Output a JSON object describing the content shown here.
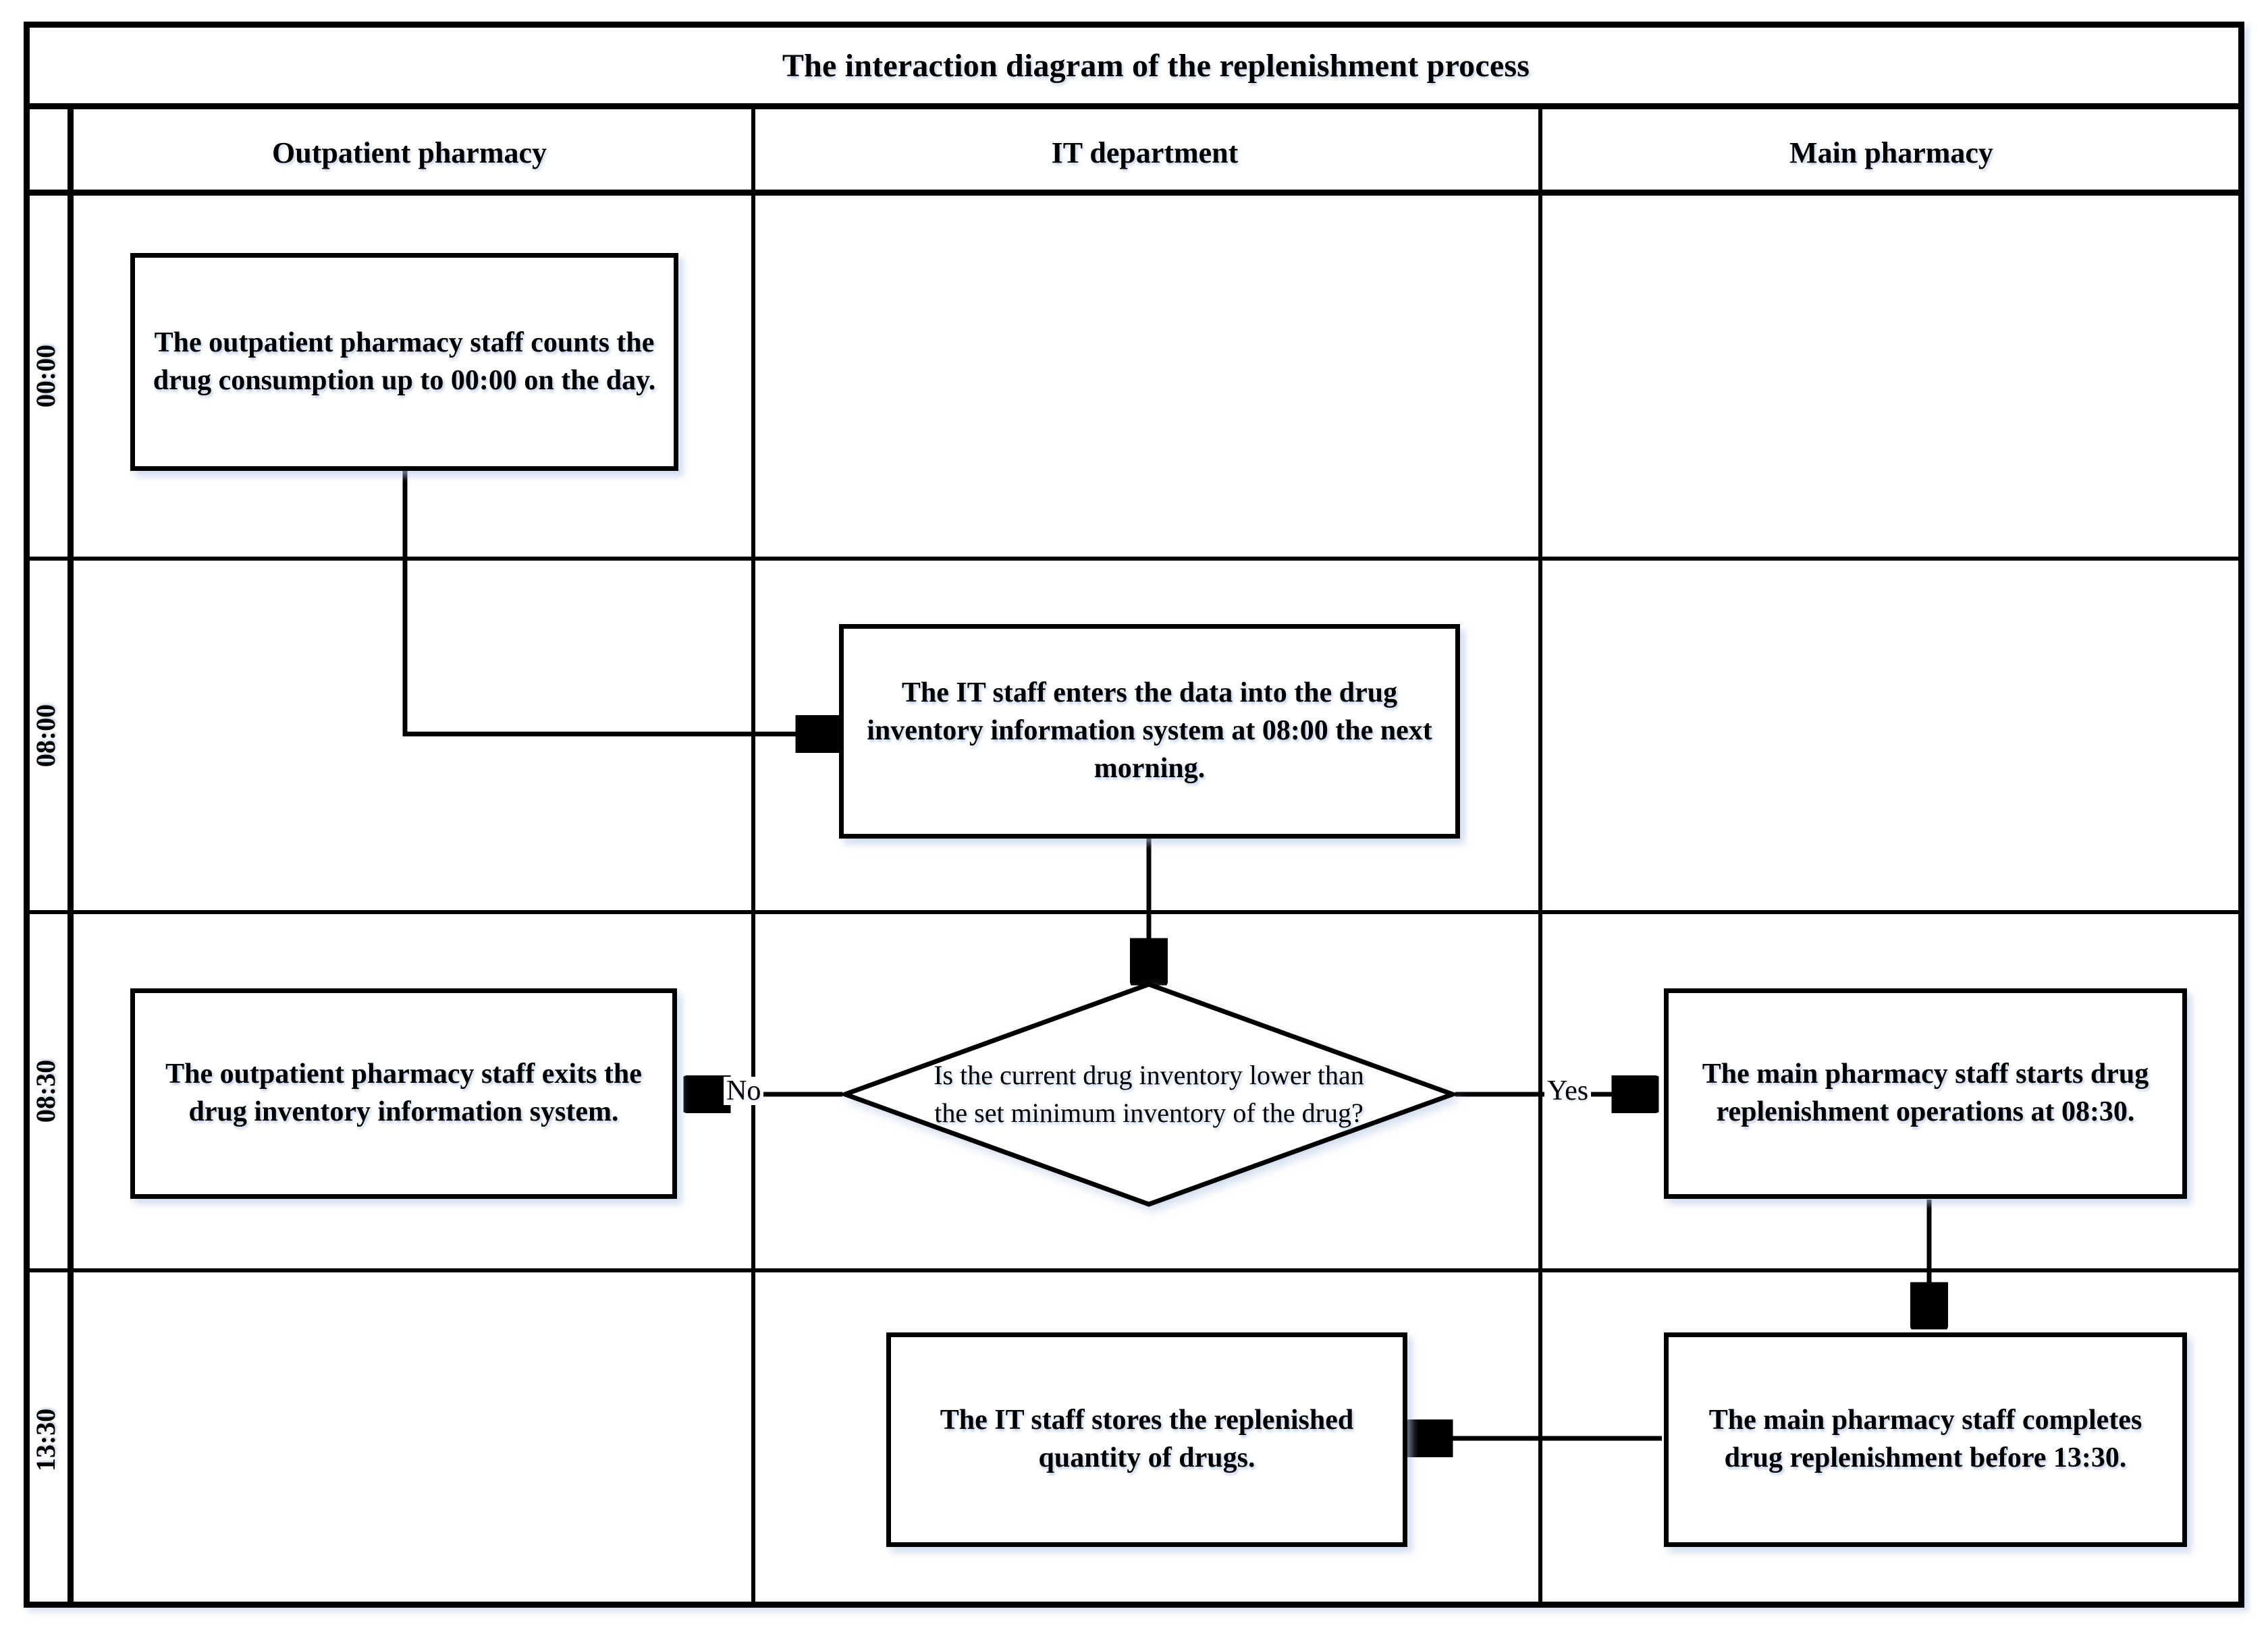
{
  "title": "The interaction diagram of the replenishment process",
  "lanes": [
    {
      "id": "outpatient-pharmacy",
      "label": "Outpatient pharmacy"
    },
    {
      "id": "it-department",
      "label": "IT department"
    },
    {
      "id": "main-pharmacy",
      "label": "Main pharmacy"
    }
  ],
  "time_rows": [
    {
      "id": "row-0000",
      "label": "00:00"
    },
    {
      "id": "row-0800",
      "label": "08:00"
    },
    {
      "id": "row-0830",
      "label": "08:30"
    },
    {
      "id": "row-1330",
      "label": "13:30"
    }
  ],
  "nodes": {
    "count_consumption": {
      "type": "process",
      "lane": "Outpatient pharmacy",
      "time": "00:00",
      "text": "The outpatient pharmacy staff counts the drug consumption up to 00:00 on the day."
    },
    "enter_data": {
      "type": "process",
      "lane": "IT department",
      "time": "08:00",
      "text": "The IT staff enters the data into the drug inventory information system at 08:00 the next morning."
    },
    "inventory_check": {
      "type": "decision",
      "lane": "IT department",
      "time": "08:30",
      "text": "Is the current drug inventory lower than the set minimum inventory of the drug?"
    },
    "exit_system": {
      "type": "process",
      "lane": "Outpatient pharmacy",
      "time": "08:30",
      "text": "The outpatient pharmacy staff exits the drug inventory information system."
    },
    "start_replenishment": {
      "type": "process",
      "lane": "Main pharmacy",
      "time": "08:30",
      "text": "The main pharmacy staff starts drug replenishment operations at 08:30."
    },
    "store_quantity": {
      "type": "process",
      "lane": "IT department",
      "time": "13:30",
      "text": "The IT staff stores the replenished quantity of drugs."
    },
    "complete_replenishment": {
      "type": "process",
      "lane": "Main pharmacy",
      "time": "13:30",
      "text": "The main pharmacy staff completes drug replenishment before 13:30."
    }
  },
  "edges": [
    {
      "from": "count_consumption",
      "to": "enter_data",
      "label": ""
    },
    {
      "from": "enter_data",
      "to": "inventory_check",
      "label": ""
    },
    {
      "from": "inventory_check",
      "to": "exit_system",
      "label": "No"
    },
    {
      "from": "inventory_check",
      "to": "start_replenishment",
      "label": "Yes"
    },
    {
      "from": "start_replenishment",
      "to": "complete_replenishment",
      "label": ""
    },
    {
      "from": "complete_replenishment",
      "to": "store_quantity",
      "label": ""
    }
  ],
  "branch_labels": {
    "no": "No",
    "yes": "Yes"
  },
  "colors": {
    "line": "#000000",
    "shape_fill": "#ffffff",
    "shadow": "#b2c6e2",
    "page_background": "#ffffff"
  }
}
